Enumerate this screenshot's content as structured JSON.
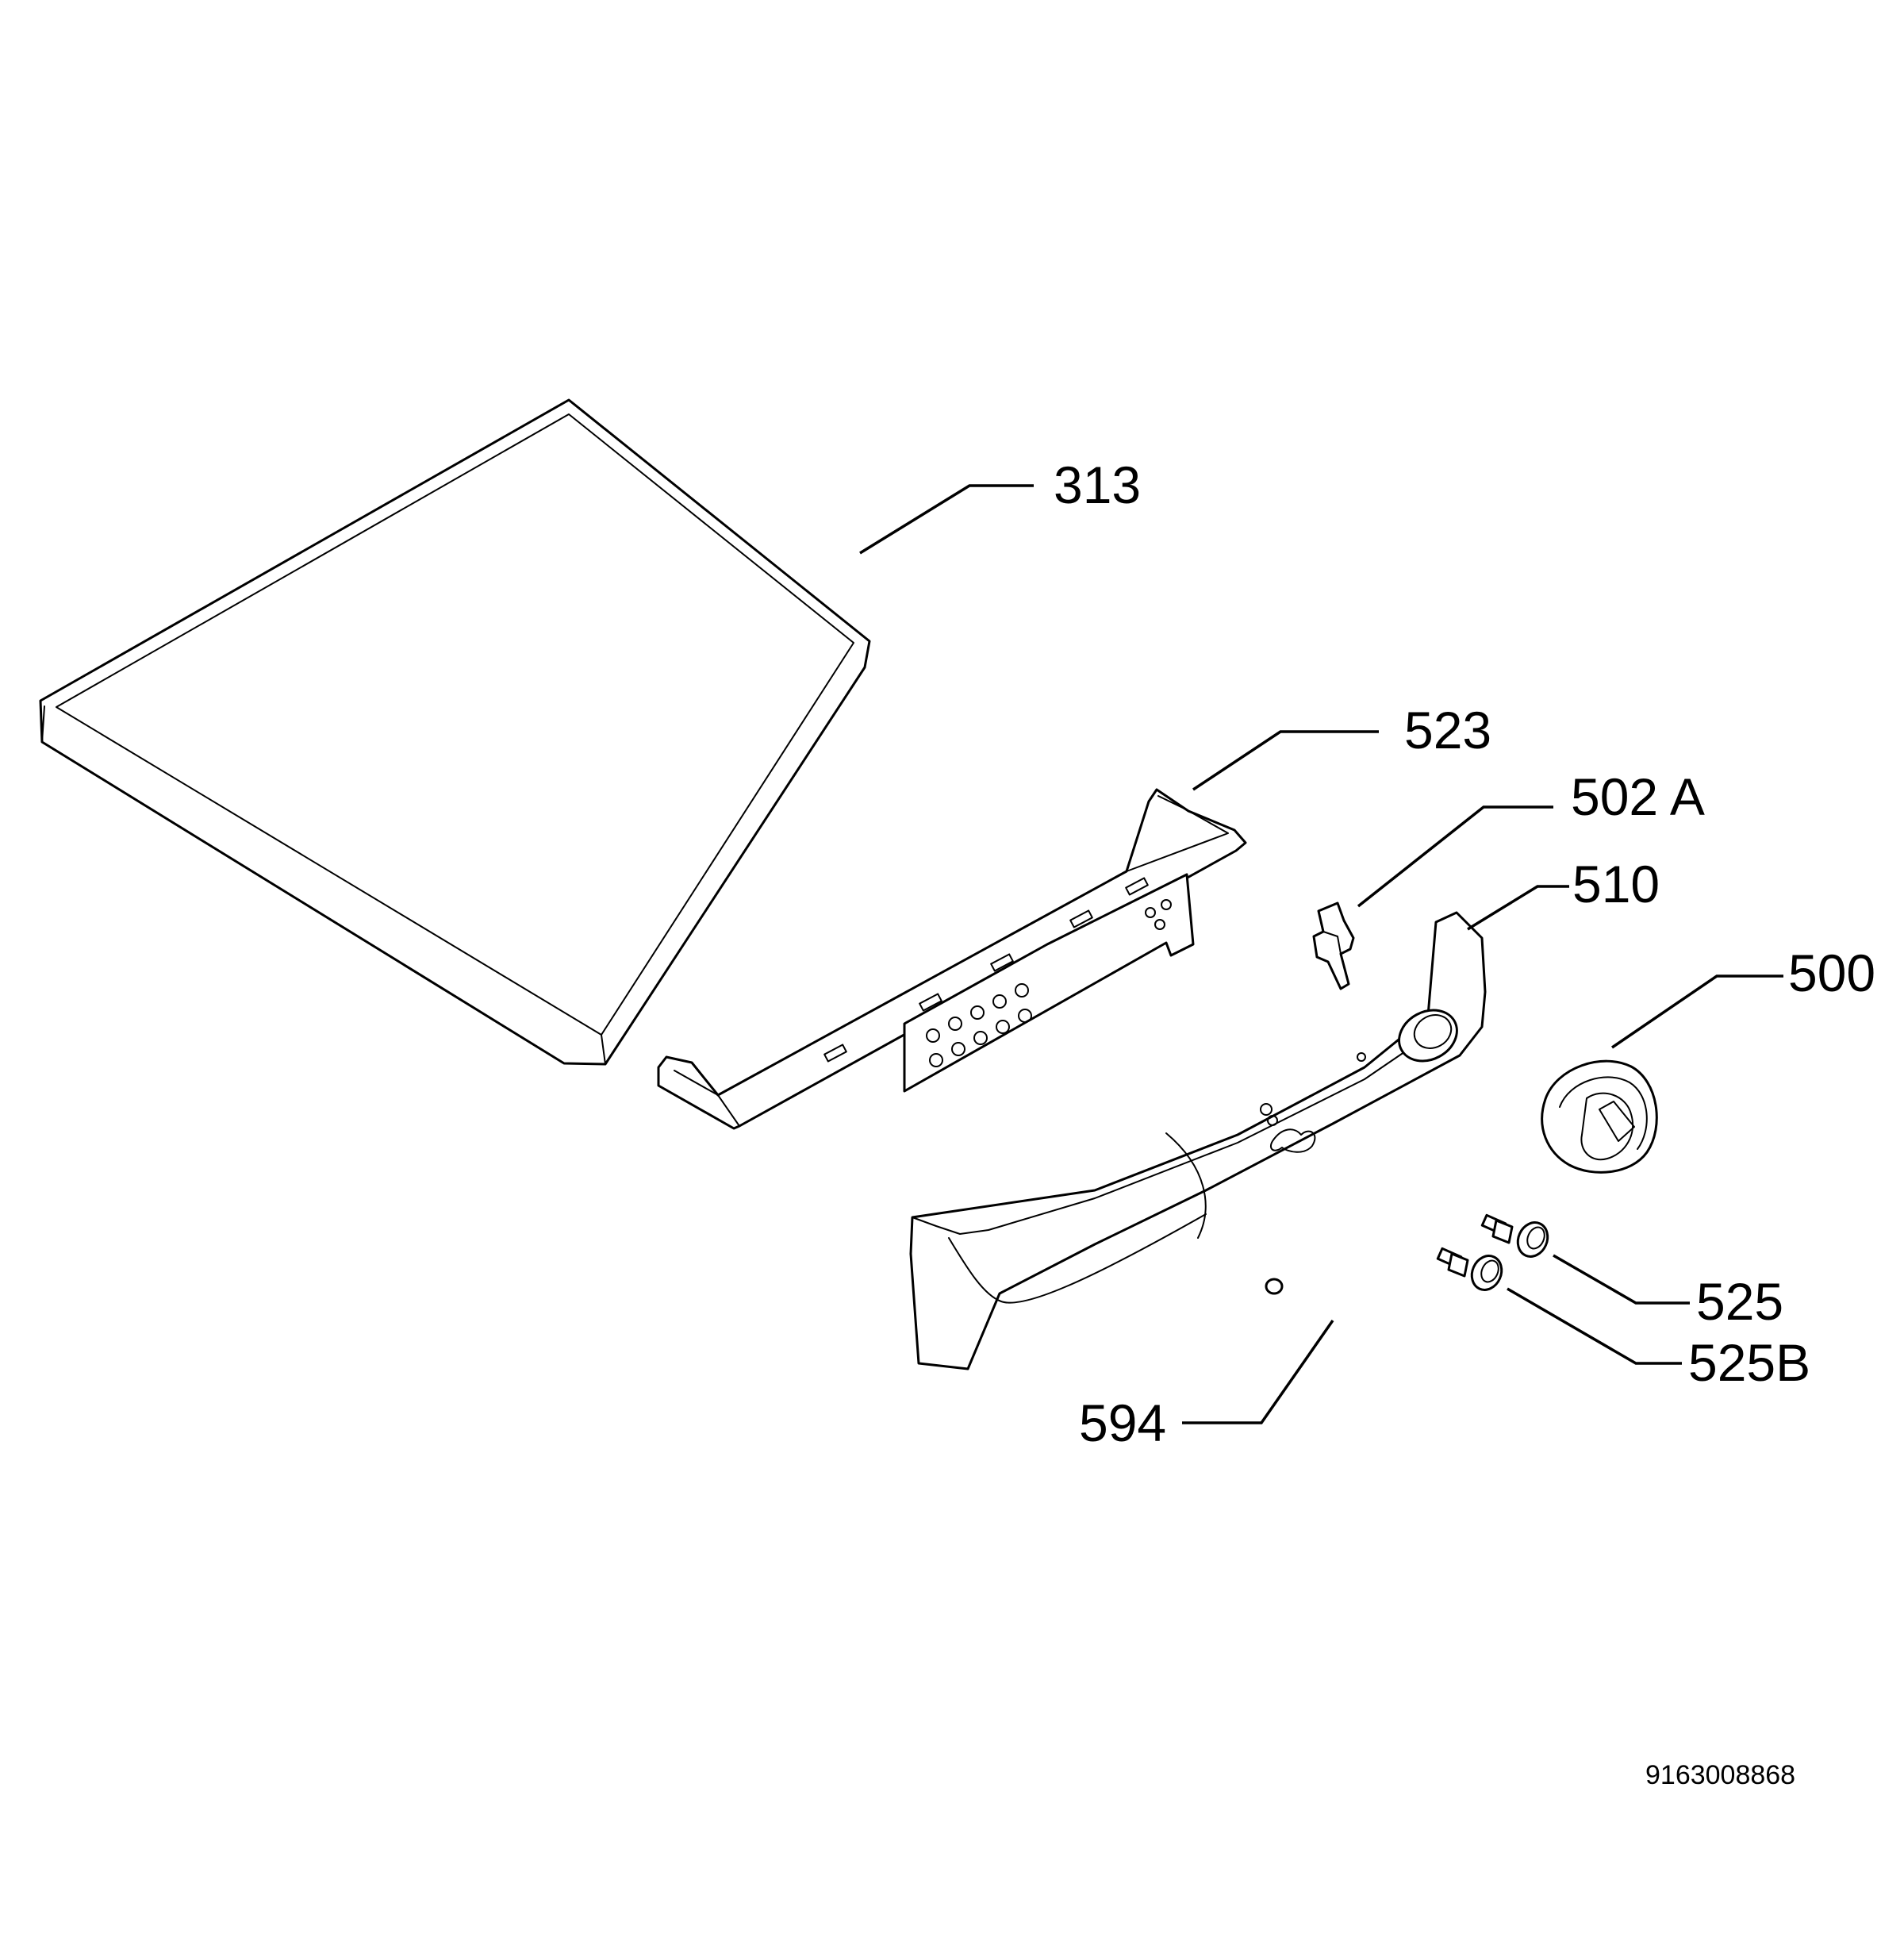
{
  "callouts": {
    "c313": "313",
    "c523": "523",
    "c502a": "502 A",
    "c510": "510",
    "c500": "500",
    "c525": "525",
    "c525b": "525B",
    "c594": "594"
  },
  "document_number": "9163008868"
}
